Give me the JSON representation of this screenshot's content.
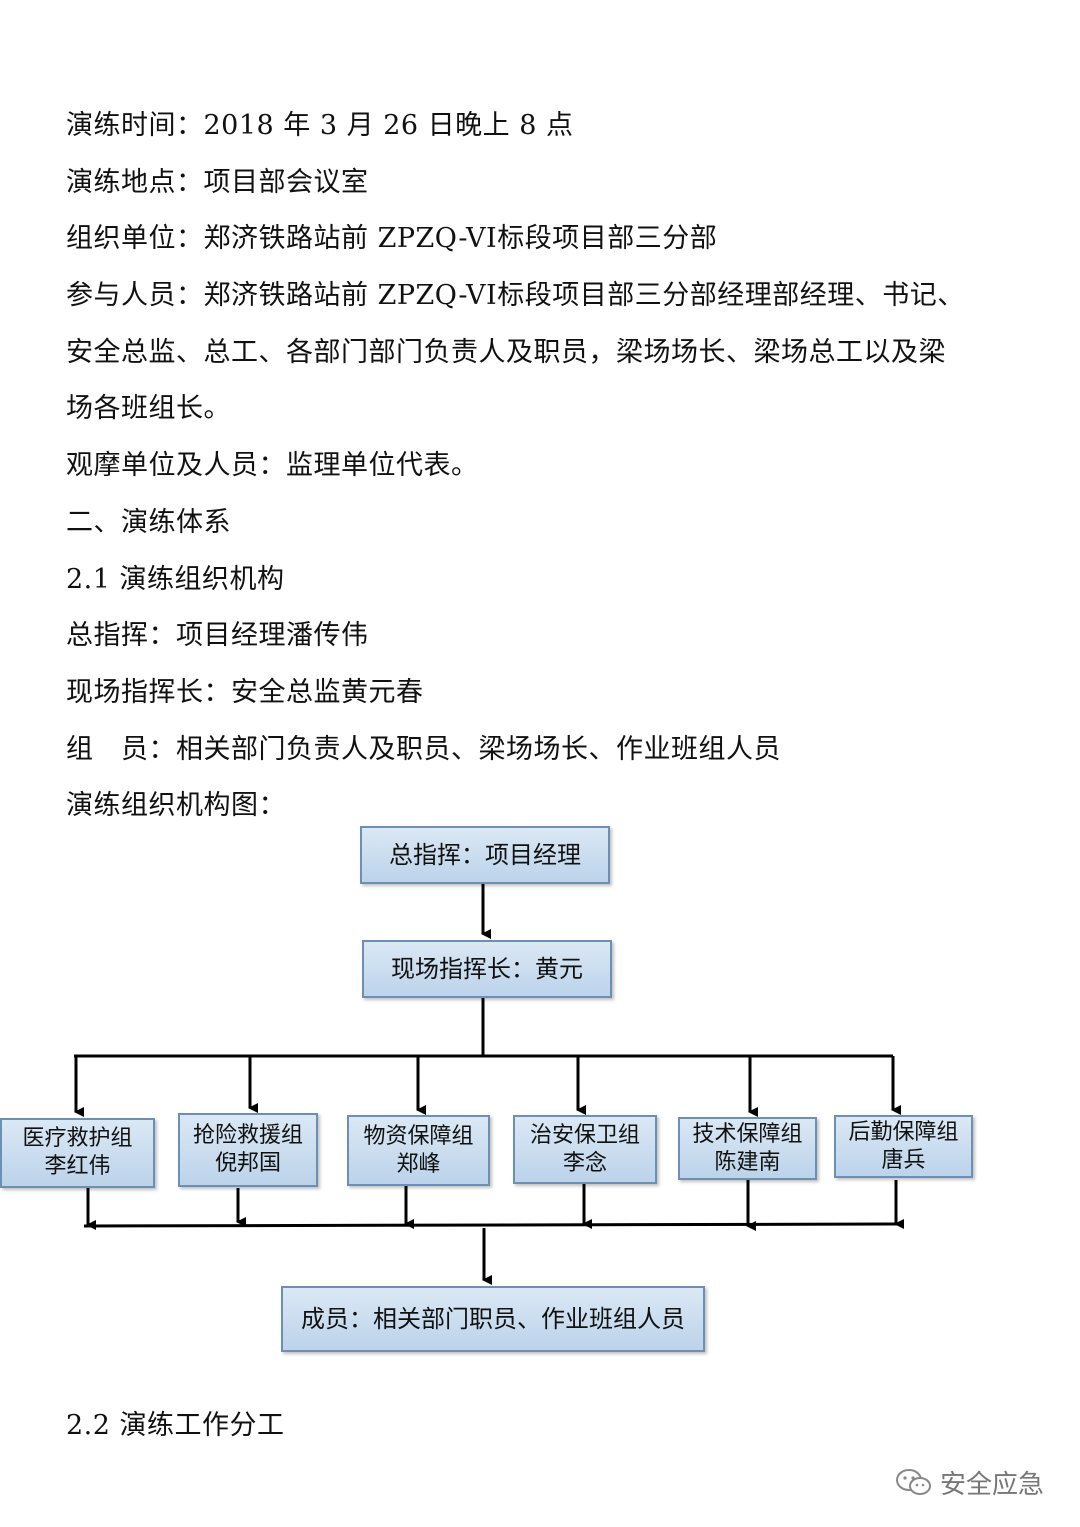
{
  "lines": [
    "演练时间：2018 年 3 月 26 日晚上 8 点",
    "演练地点：项目部会议室",
    "组织单位：郑济铁路站前 ZPZQ-VI标段项目部三分部",
    "参与人员：郑济铁路站前 ZPZQ-VI标段项目部三分部经理部经理、书记、",
    "安全总监、总工、各部门部门负责人及职员，梁场场长、梁场总工以及梁",
    "场各班组长。",
    "观摩单位及人员：监理单位代表。",
    "二、演练体系",
    "2.1 演练组织机构",
    "总指挥：项目经理潘传伟",
    "现场指挥长：安全总监黄元春",
    "组　员：相关部门负责人及职员、梁场场长、作业班组人员",
    "演练组织机构图："
  ],
  "org_chart": {
    "top": "总指挥：项目经理",
    "second": "现场指挥长：黄元",
    "groups": [
      {
        "name": "医疗救护组",
        "leader": "李红伟"
      },
      {
        "name": "抢险救援组",
        "leader": "倪邦国"
      },
      {
        "name": "物资保障组",
        "leader": "郑峰"
      },
      {
        "name": "治安保卫组",
        "leader": "李念"
      },
      {
        "name": "技术保障组",
        "leader": "陈建南"
      },
      {
        "name": "后勤保障组",
        "leader": "唐兵"
      }
    ],
    "bottom": "成员：相关部门职员、作业班组人员"
  },
  "heading_22": "2.2 演练工作分工",
  "watermark": {
    "text": "安全应急",
    "icon": "wechat-icon"
  },
  "colors": {
    "box_fill": "#c8dcef",
    "box_border": "#6e8fb4",
    "connector": "#000000"
  }
}
